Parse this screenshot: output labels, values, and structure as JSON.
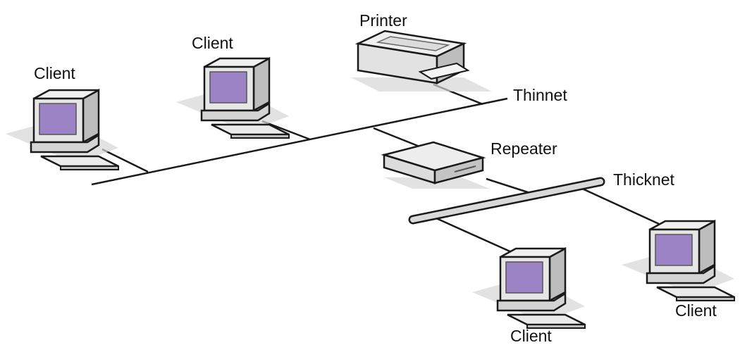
{
  "labels": {
    "printer": "Printer",
    "thinnet": "Thinnet",
    "repeater": "Repeater",
    "thicknet": "Thicknet",
    "client_1": "Client",
    "client_2": "Client",
    "client_3": "Client",
    "client_4": "Client"
  },
  "colors": {
    "screen": "#9b83c6",
    "device_body": "#e6e6e6",
    "device_shade": "#bdbdbd",
    "outline": "#1a1a1a",
    "cable": "#1a1a1a",
    "thicknet_fill": "#d9d9d9",
    "shadow": "#cfcfcf"
  },
  "icons": {
    "client": "desktop-computer-icon",
    "printer": "printer-icon",
    "repeater": "repeater-icon"
  }
}
